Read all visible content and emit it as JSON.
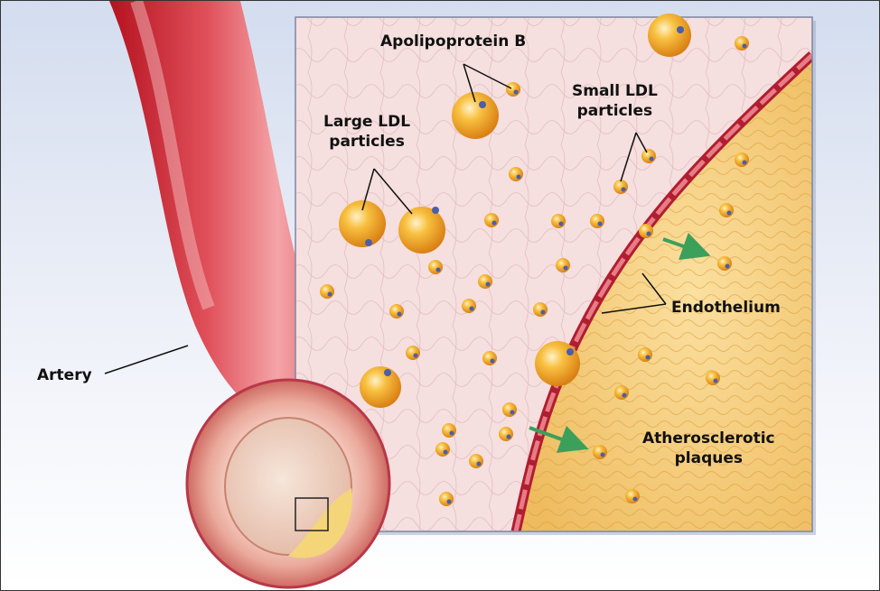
{
  "labels": {
    "apolipoprotein_b": "Apolipoprotein B",
    "small_ldl_line1": "Small LDL",
    "small_ldl_line2": "particles",
    "large_ldl_line1": "Large LDL",
    "large_ldl_line2": "particles",
    "endothelium": "Endothelium",
    "artery": "Artery",
    "plaques_line1": "Atherosclerotic",
    "plaques_line2": "plaques"
  },
  "colors": {
    "artery_red": "#c8202e",
    "plaque_yellow": "#f2c66a",
    "lumen_pink": "#f3dedd",
    "particle_orange": "#f0a020",
    "apob_blue": "#4a5fa8",
    "transport_arrow": "#3aa05a"
  }
}
